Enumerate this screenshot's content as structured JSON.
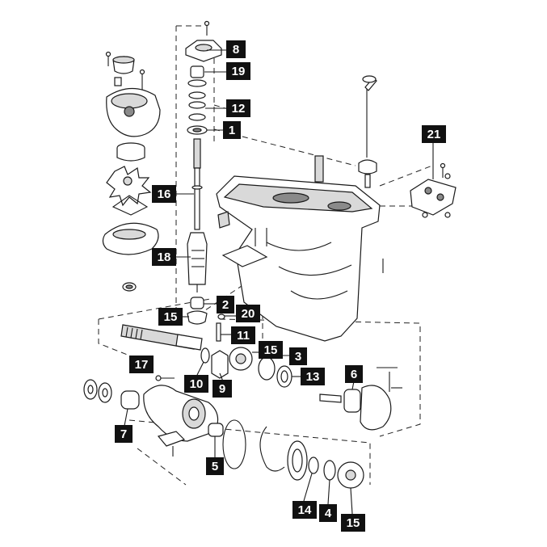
{
  "diagram": {
    "callouts": [
      {
        "id": "c8",
        "text": "8"
      },
      {
        "id": "c19",
        "text": "19"
      },
      {
        "id": "c12",
        "text": "12"
      },
      {
        "id": "c1",
        "text": "1"
      },
      {
        "id": "c16",
        "text": "16"
      },
      {
        "id": "c18",
        "text": "18"
      },
      {
        "id": "c2",
        "text": "2"
      },
      {
        "id": "c15a",
        "text": "15"
      },
      {
        "id": "c20",
        "text": "20"
      },
      {
        "id": "c11",
        "text": "11"
      },
      {
        "id": "c15b",
        "text": "15"
      },
      {
        "id": "c3",
        "text": "3"
      },
      {
        "id": "c17",
        "text": "17"
      },
      {
        "id": "c10",
        "text": "10"
      },
      {
        "id": "c9",
        "text": "9"
      },
      {
        "id": "c13",
        "text": "13"
      },
      {
        "id": "c6",
        "text": "6"
      },
      {
        "id": "c7",
        "text": "7"
      },
      {
        "id": "c5",
        "text": "5"
      },
      {
        "id": "c14",
        "text": "14"
      },
      {
        "id": "c4",
        "text": "4"
      },
      {
        "id": "c15c",
        "text": "15"
      },
      {
        "id": "c21",
        "text": "21"
      }
    ]
  }
}
